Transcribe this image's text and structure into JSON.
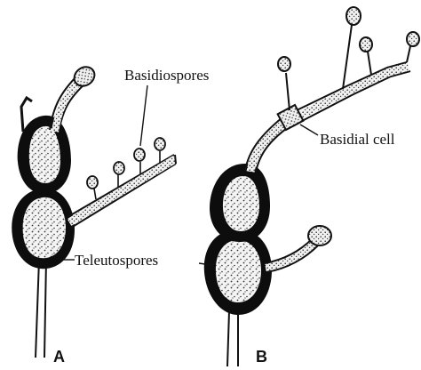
{
  "labels": {
    "basidiospores": "Basidiospores",
    "basidial_cell": "Basidial cell",
    "teleutospores": "Teleutospores",
    "panel_a": "A",
    "panel_b": "B"
  },
  "colors": {
    "outline": "#111111",
    "wall": "#0d0d0d",
    "cell_fill": "#f2f2f2",
    "stipple": "#2a2a2a",
    "background": "#ffffff"
  }
}
